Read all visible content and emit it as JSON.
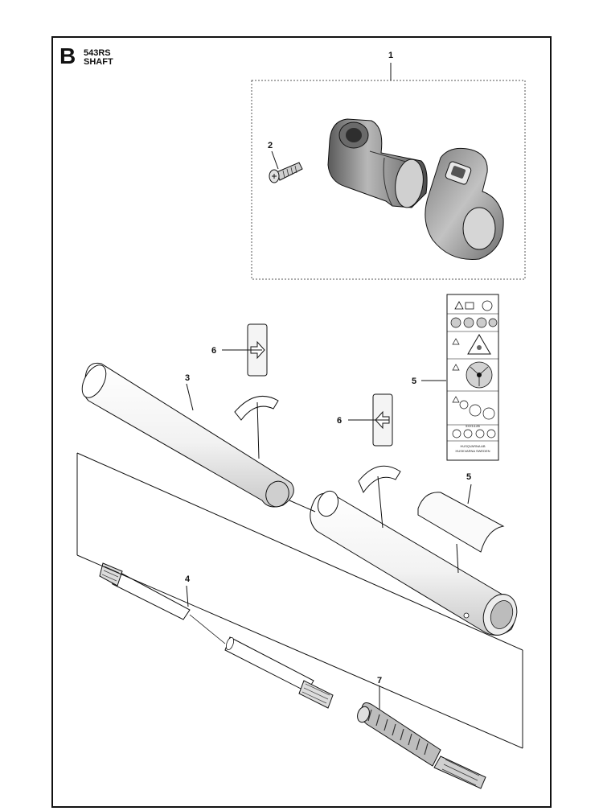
{
  "header": {
    "section_letter": "B",
    "model": "543RS",
    "section_title": "SHAFT"
  },
  "callouts": {
    "c1": "1",
    "c2": "2",
    "c3": "3",
    "c4": "4",
    "c5a": "5",
    "c5b": "5",
    "c6a": "6",
    "c6b": "6",
    "c7": "7"
  },
  "label_decal": {
    "part_number": "5XX14-85",
    "maker_line1": "HUSQVARNA AB",
    "maker_line2": "HUSKVARNA SWEDEN"
  },
  "colors": {
    "line": "#111111",
    "part_fill": "#ffffff",
    "part_shade": "#d8d8d8",
    "dark_shade": "#9a9a9a"
  }
}
